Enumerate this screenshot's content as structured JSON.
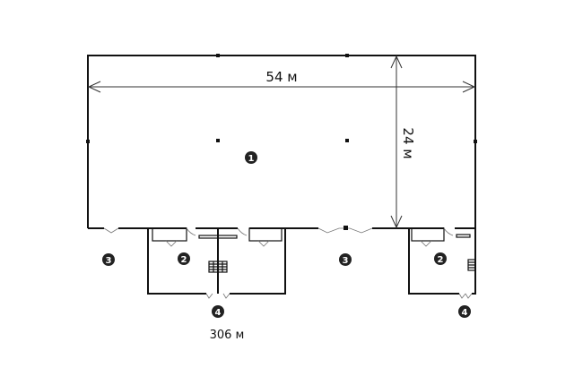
{
  "dimensions": {
    "length": "54 м",
    "width": "24 м"
  },
  "area_label": "306 м",
  "zones": {
    "main_hall": "1",
    "office_unit": "2",
    "loading_area": "3",
    "entrance": "4"
  }
}
